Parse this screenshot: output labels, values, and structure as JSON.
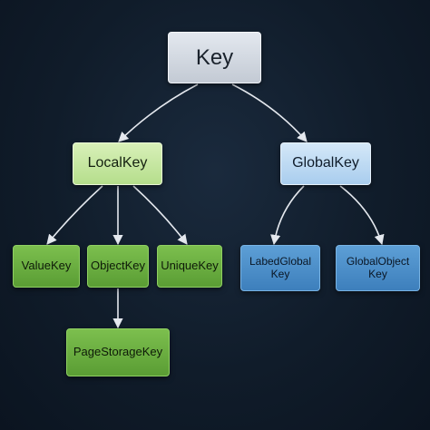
{
  "nodes": {
    "key": {
      "label": "Key"
    },
    "local_key": {
      "label": "LocalKey"
    },
    "global_key": {
      "label": "GlobalKey"
    },
    "value_key": {
      "label": "ValueKey"
    },
    "object_key": {
      "label": "ObjectKey"
    },
    "unique_key": {
      "label": "UniqueKey"
    },
    "labeled_global_key": {
      "line1": "LabedGlobal",
      "line2": "Key"
    },
    "global_object_key": {
      "line1": "GlobalObject",
      "line2": "Key"
    },
    "page_storage_key": {
      "label": "PageStorageKey"
    }
  },
  "edges": [
    {
      "from": "Key",
      "to": "LocalKey"
    },
    {
      "from": "Key",
      "to": "GlobalKey"
    },
    {
      "from": "LocalKey",
      "to": "ValueKey"
    },
    {
      "from": "LocalKey",
      "to": "ObjectKey"
    },
    {
      "from": "LocalKey",
      "to": "UniqueKey"
    },
    {
      "from": "GlobalKey",
      "to": "LabedGlobal Key"
    },
    {
      "from": "GlobalKey",
      "to": "GlobalObject Key"
    },
    {
      "from": "ObjectKey",
      "to": "PageStorageKey"
    }
  ],
  "colors": {
    "background": "#101c2a",
    "root_node": "#d3d9e1",
    "local_branch_header": "#c6e7a2",
    "global_branch_header": "#bedbf3",
    "local_leaf": "#6bae41",
    "global_leaf": "#4d8fc9",
    "connector": "#e4e8ee"
  }
}
